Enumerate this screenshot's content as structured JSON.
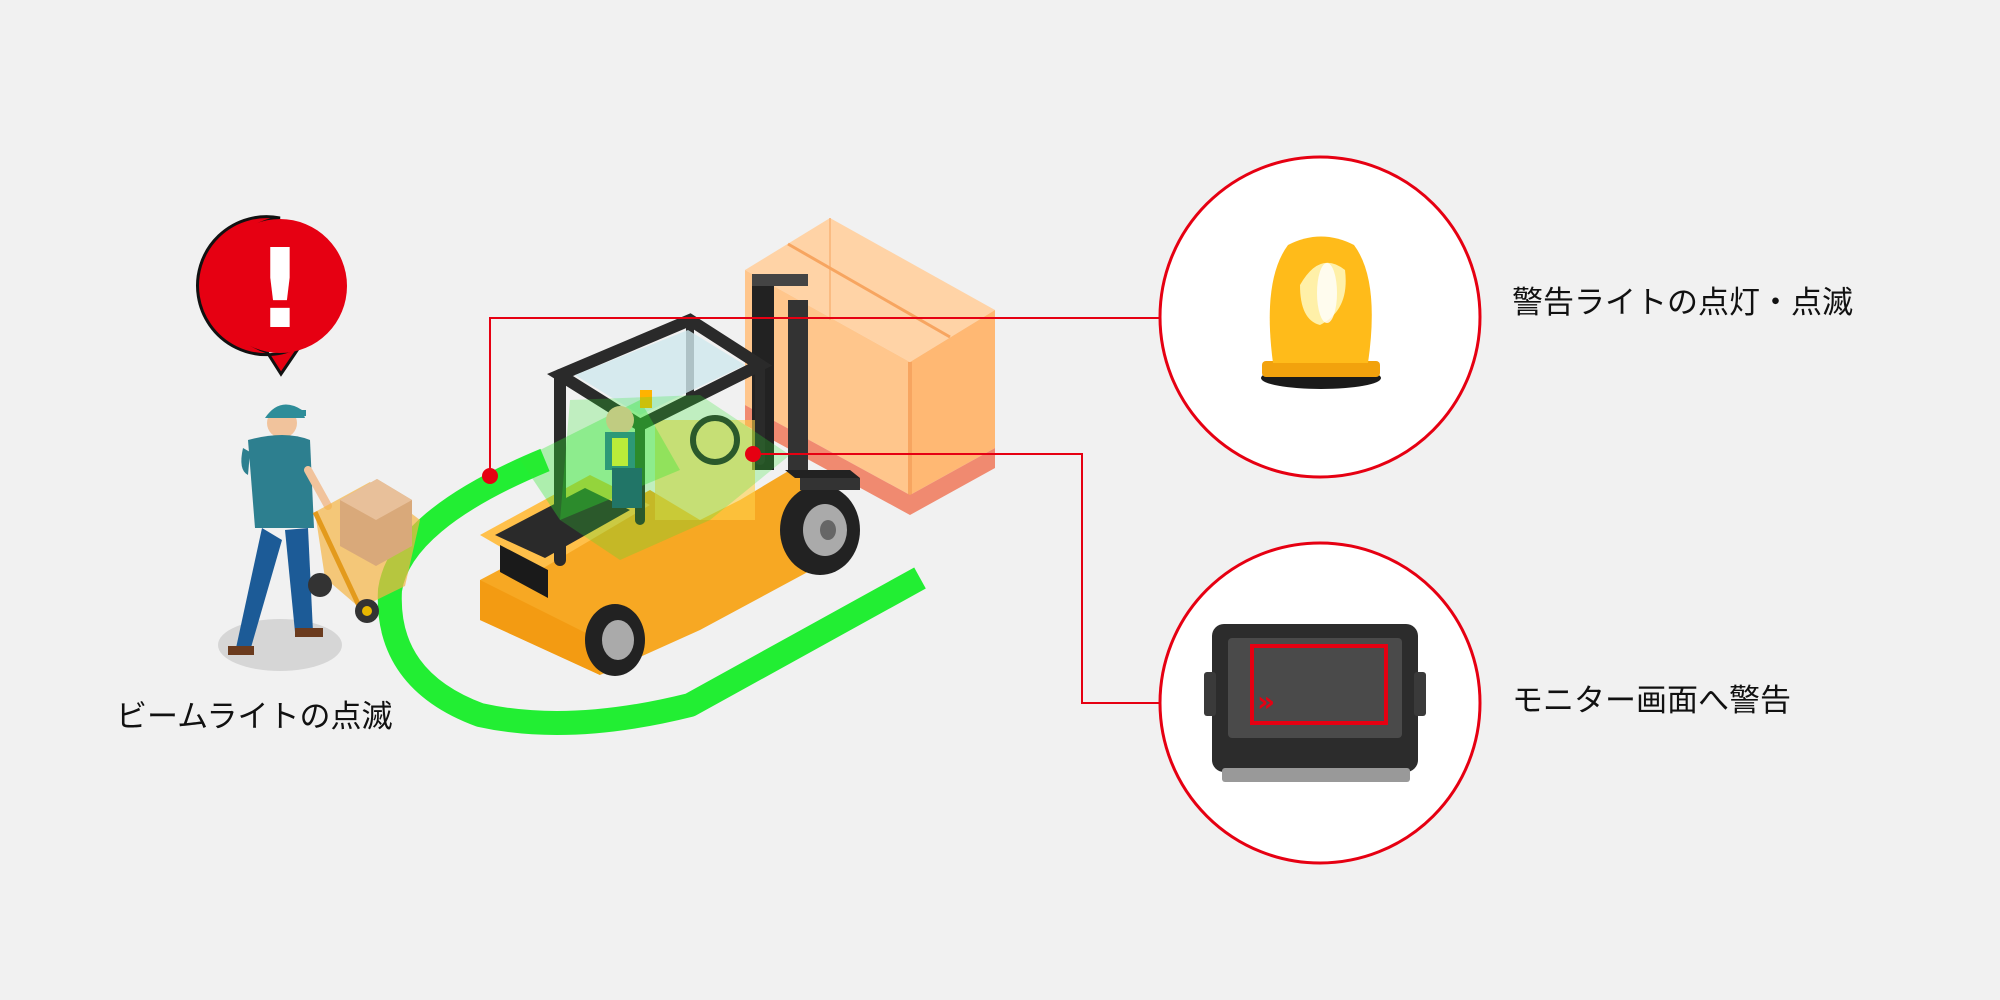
{
  "labels": {
    "beam_light": "ビームライトの点滅",
    "warning_light": "警告ライトの点灯・点滅",
    "monitor_warning": "モニター画面へ警告"
  },
  "icons": {
    "alert": "exclamation-speech-bubble-icon",
    "warning_light": "rotating-beacon-icon",
    "monitor": "vehicle-monitor-icon"
  },
  "colors": {
    "background": "#f1f1f1",
    "accent_red": "#e60012",
    "detection_zone": "#22ee33",
    "forklift_body": "#f7a823",
    "beacon": "#ffb300",
    "cargo": "#ffc98f"
  },
  "symbols": {
    "alert_mark": "!",
    "monitor_mark": "»"
  }
}
